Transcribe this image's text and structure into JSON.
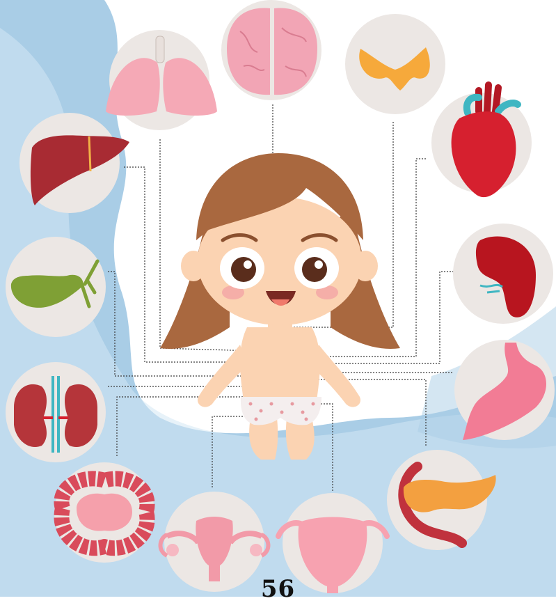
{
  "page": {
    "number": "56"
  },
  "colors": {
    "watercolor": "#a9cde6",
    "watercolor_light": "#d4e8f4",
    "circle_bg": "#ece7e4",
    "leader_line": "#3a3a3a",
    "skin": "#fbd3b2",
    "hair": "#a9683f",
    "diaper": "#f4eeee",
    "diaper_dots": "#e79aa0"
  },
  "organs": [
    {
      "name": "lungs",
      "color": "#f5a9b6"
    },
    {
      "name": "brain",
      "color": "#f2a5b5"
    },
    {
      "name": "thyroid",
      "color": "#f6a93b"
    },
    {
      "name": "heart",
      "color": "#d6202f"
    },
    {
      "name": "liver",
      "color": "#a82b33"
    },
    {
      "name": "gallbladder",
      "color": "#7fa035"
    },
    {
      "name": "spleen",
      "color": "#b8151f"
    },
    {
      "name": "kidneys",
      "color": "#b5353a"
    },
    {
      "name": "stomach",
      "color": "#f27c95"
    },
    {
      "name": "large-intestine",
      "color": "#d94b5b"
    },
    {
      "name": "uterus",
      "color": "#f29aa8"
    },
    {
      "name": "bladder",
      "color": "#f7a2b0"
    },
    {
      "name": "pancreas",
      "color": "#f3a040"
    }
  ]
}
